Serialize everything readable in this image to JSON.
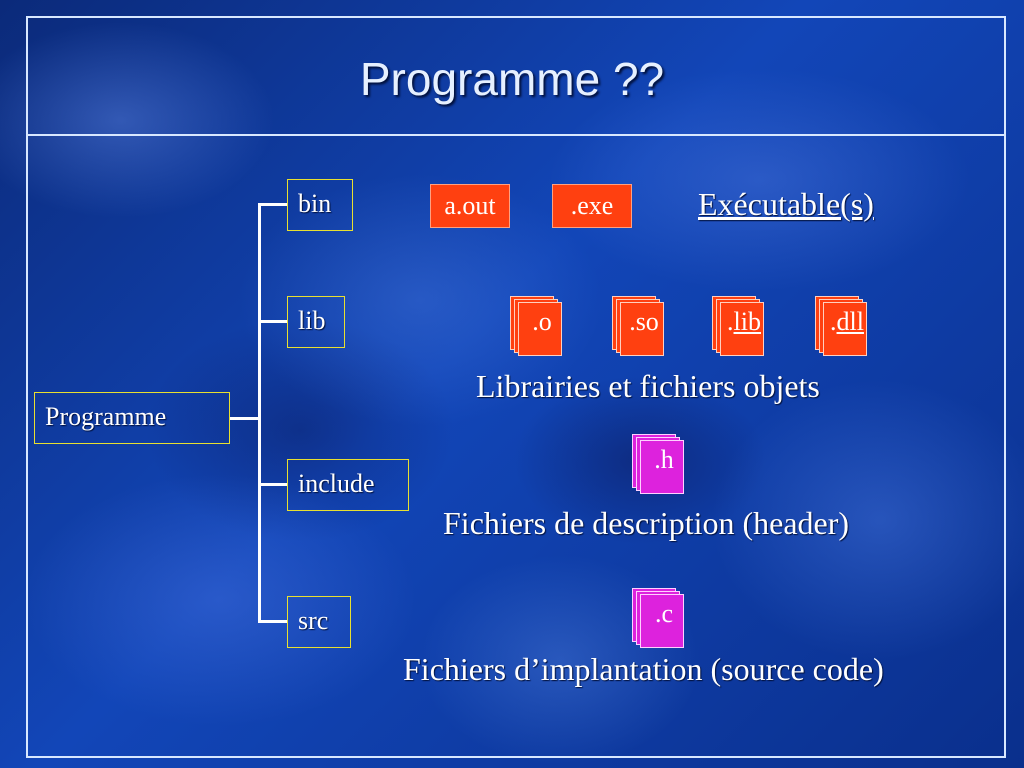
{
  "slide": {
    "title": "Programme ??"
  },
  "tree": {
    "root": "Programme",
    "children": [
      "bin",
      "lib",
      "include",
      "src"
    ]
  },
  "executables": {
    "files": [
      "a.out",
      ".exe"
    ],
    "caption": "Exécutable(s)"
  },
  "libraries": {
    "files": [
      {
        "dot": ".",
        "name": "o"
      },
      {
        "dot": ".",
        "name": "so"
      },
      {
        "dot": ".",
        "name": "lib"
      },
      {
        "dot": ".",
        "name": "dll"
      }
    ],
    "caption": "Librairies et fichiers objets"
  },
  "headers": {
    "file": ".h",
    "caption": "Fichiers de description (header)"
  },
  "sources": {
    "file": ".c",
    "caption": "Fichiers d’implantation (source code)"
  },
  "colors": {
    "background": "#0a2f8c",
    "frame": "#d8e8ff",
    "node_border": "#e8e030",
    "file_red": "#ff4010",
    "file_magenta": "#dd22dd"
  }
}
